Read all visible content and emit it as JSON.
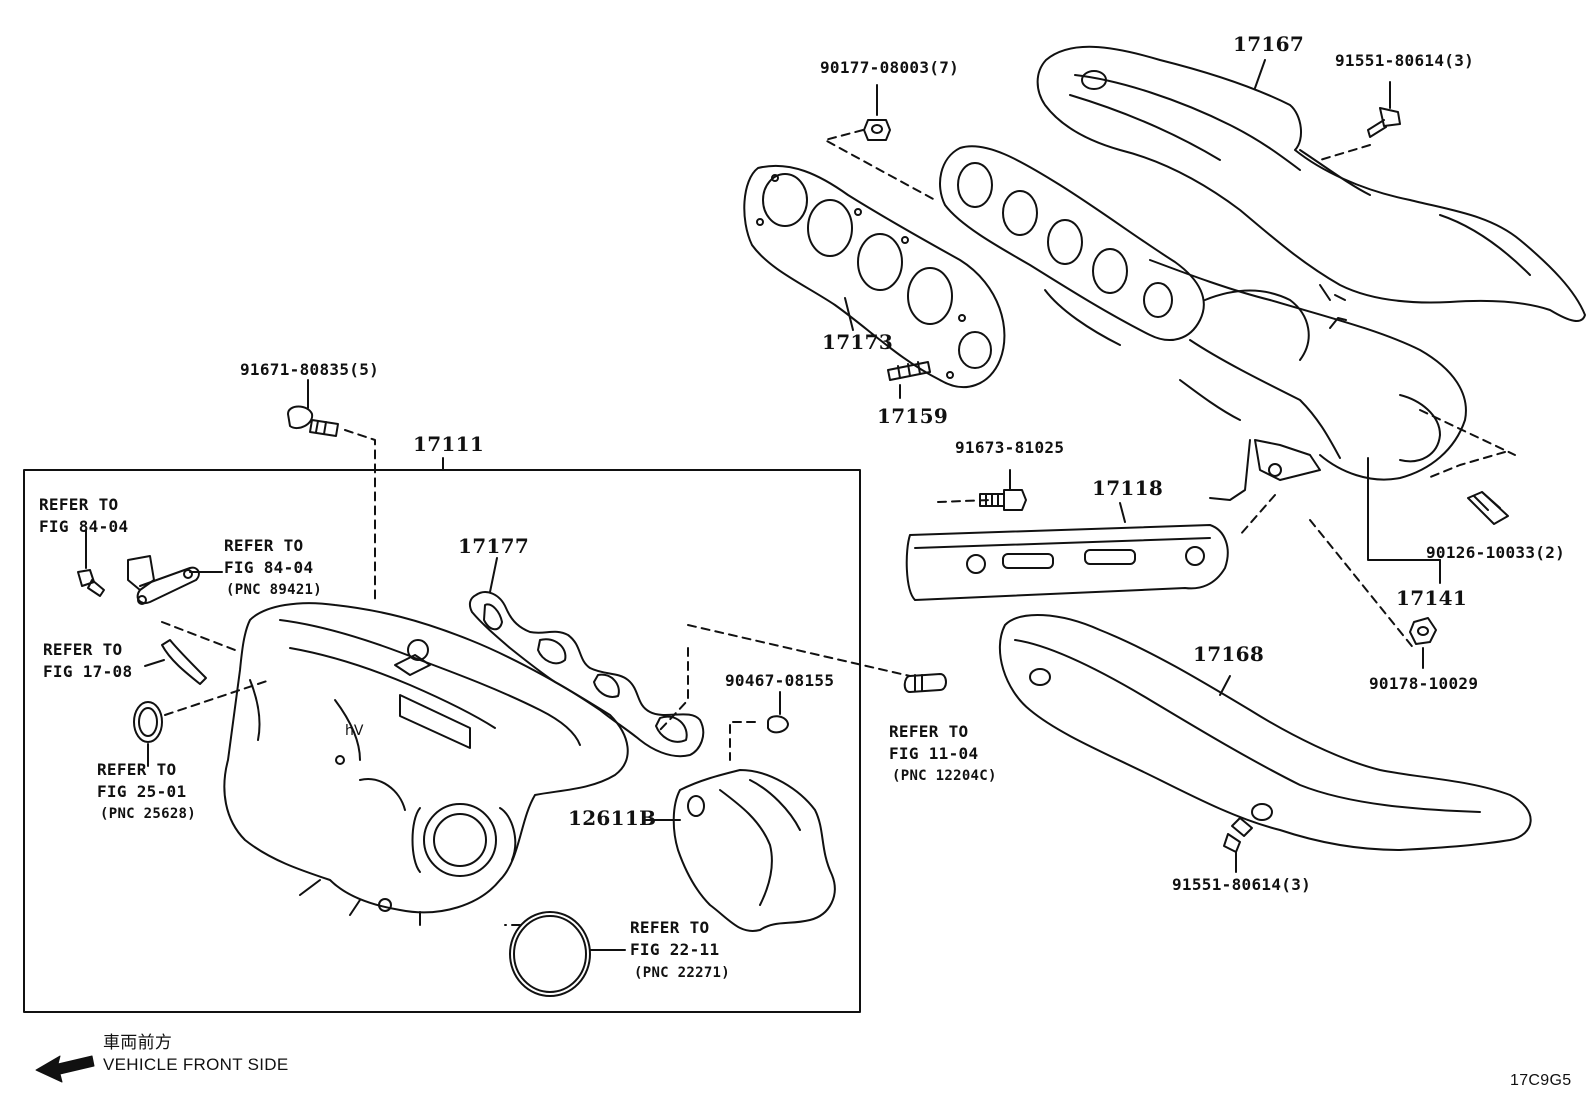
{
  "parts": {
    "p17167": "17167",
    "p90177": "90177-08003(7)",
    "p91551_top": "91551-80614(3)",
    "p17173": "17173",
    "p17159": "17159",
    "p91671": "91671-80835(5)",
    "p17111": "17111",
    "p91673": "91673-81025",
    "p17118": "17118",
    "p90126": "90126-10033(2)",
    "p17141": "17141",
    "p17177": "17177",
    "p17168": "17168",
    "p90178": "90178-10029",
    "p90467": "90467-08155",
    "p12611B": "12611B",
    "p91551_bottom": "91551-80614(3)"
  },
  "refs": {
    "r1": {
      "line1": "REFER TO",
      "line2": "FIG 84-04"
    },
    "r2": {
      "line1": "REFER TO",
      "line2": "FIG 84-04",
      "pnc": "(PNC 89421)"
    },
    "r3": {
      "line1": "REFER TO",
      "line2": "FIG 17-08"
    },
    "r4": {
      "line1": "REFER TO",
      "line2": "FIG 25-01",
      "pnc": "(PNC 25628)"
    },
    "r5": {
      "line1": "REFER TO",
      "line2": "FIG 11-04",
      "pnc": "(PNC 12204C)"
    },
    "r6": {
      "line1": "REFER TO",
      "line2": "FIG 22-11",
      "pnc": "(PNC 22271)"
    }
  },
  "direction": {
    "jp": "車両前方",
    "en": "VEHICLE FRONT SIDE"
  },
  "diagram_code": "17C9G5"
}
